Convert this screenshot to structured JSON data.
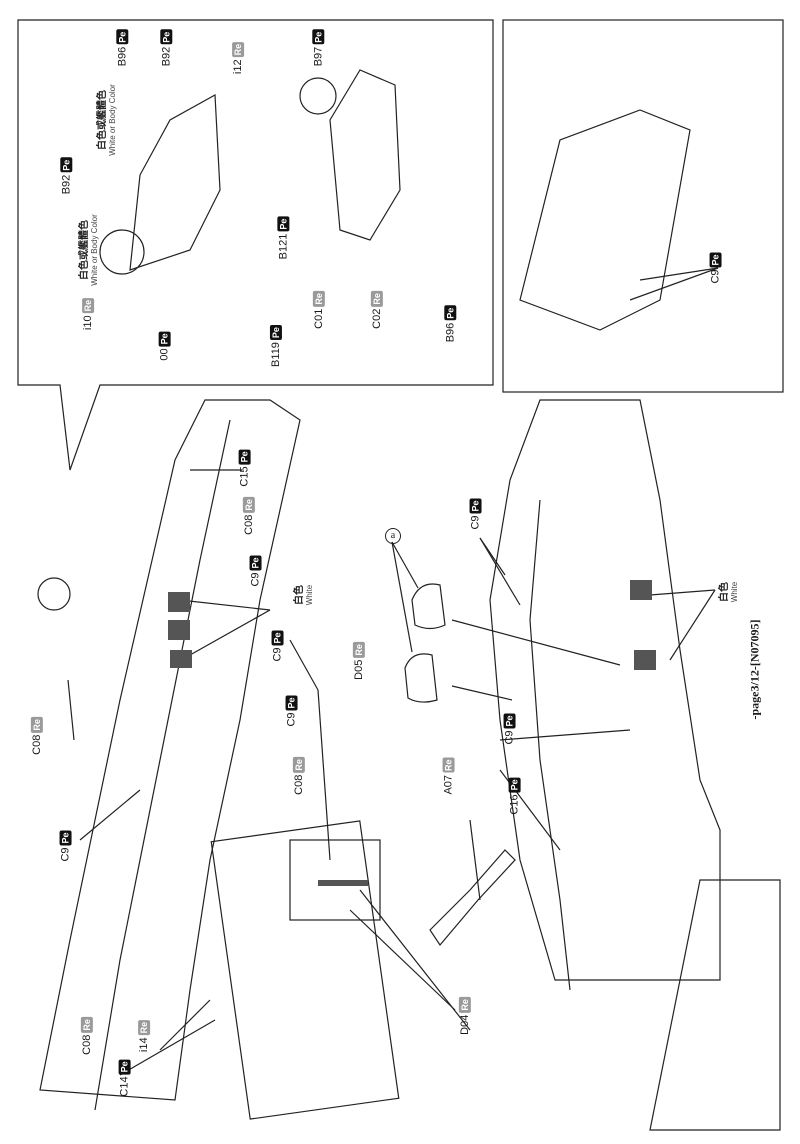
{
  "page_footer": "-page3/12-[N07095]",
  "type_labels": {
    "pe": "Pe",
    "re": "Re"
  },
  "step_marker": "a",
  "parts": [
    {
      "code": "C08",
      "type": "re"
    },
    {
      "code": "C08",
      "type": "re"
    },
    {
      "code": "C08",
      "type": "re"
    },
    {
      "code": "C08",
      "type": "re"
    },
    {
      "code": "C9",
      "type": "pe"
    },
    {
      "code": "C9",
      "type": "pe"
    },
    {
      "code": "C9",
      "type": "pe"
    },
    {
      "code": "C9",
      "type": "pe"
    },
    {
      "code": "C9",
      "type": "pe"
    },
    {
      "code": "C9",
      "type": "pe"
    },
    {
      "code": "C9",
      "type": "pe"
    },
    {
      "code": "C15",
      "type": "pe"
    },
    {
      "code": "C14",
      "type": "pe"
    },
    {
      "code": "C16",
      "type": "pe"
    },
    {
      "code": "i14",
      "type": "re"
    },
    {
      "code": "D04",
      "type": "re"
    },
    {
      "code": "D05",
      "type": "re"
    },
    {
      "code": "A07",
      "type": "re"
    },
    {
      "code": "i10",
      "type": "re"
    },
    {
      "code": "00",
      "type": "pe"
    },
    {
      "code": "B119",
      "type": "pe"
    },
    {
      "code": "B121",
      "type": "pe"
    },
    {
      "code": "i12",
      "type": "re"
    },
    {
      "code": "B92",
      "type": "pe"
    },
    {
      "code": "B92",
      "type": "pe"
    },
    {
      "code": "B96",
      "type": "pe"
    },
    {
      "code": "B96",
      "type": "pe"
    },
    {
      "code": "B97",
      "type": "pe"
    },
    {
      "code": "C01",
      "type": "re"
    },
    {
      "code": "C02",
      "type": "re"
    }
  ],
  "color_notes": [
    {
      "cn": "白色或艦體色",
      "en": "White or Body Color"
    },
    {
      "cn": "白色或艦體色",
      "en": "White or Body Color"
    },
    {
      "cn": "白色",
      "en": "White"
    },
    {
      "cn": "白色",
      "en": "White"
    }
  ]
}
